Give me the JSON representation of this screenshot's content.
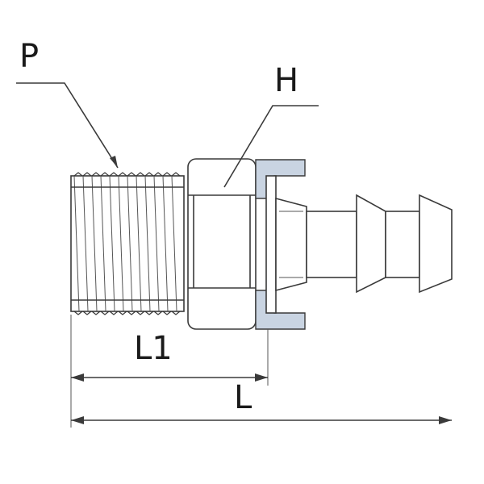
{
  "labels": {
    "p": "P",
    "h": "H",
    "l1": "L1",
    "l": "L"
  },
  "colors": {
    "line": "#3a3a3a",
    "claw_fill": "#c9d4e2"
  }
}
